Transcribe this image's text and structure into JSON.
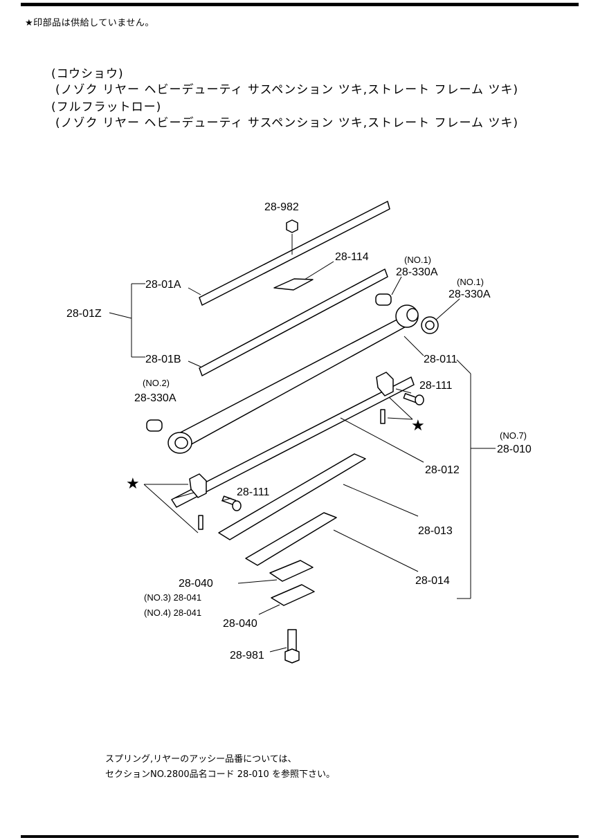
{
  "header_note": "★印部品は供給していません。",
  "titles": [
    "(コウショウ)",
    "(ノゾク リヤー ヘビーデューティ サスペンション ツキ,ストレート フレーム ツキ)",
    "(フルフラットロー)",
    "(ノゾク リヤー ヘビーデューティ サスペンション ツキ,ストレート フレーム ツキ)"
  ],
  "labels": {
    "p28_982": "28-982",
    "p28_114": "28-114",
    "no1_a": "(NO.1)",
    "p28_330A_a": "28-330A",
    "no1_b": "(NO.1)",
    "p28_330A_b": "28-330A",
    "p28_01A": "28-01A",
    "p28_01Z": "28-01Z",
    "p28_01B": "28-01B",
    "p28_011": "28-011",
    "no2": "(NO.2)",
    "p28_330A_c": "28-330A",
    "p28_111_a": "28-111",
    "no7": "(NO.7)",
    "p28_010": "28-010",
    "p28_012": "28-012",
    "p28_111_b": "28-111",
    "p28_013": "28-013",
    "p28_040_a": "28-040",
    "no3_041": "(NO.3) 28-041",
    "no4_041": "(NO.4) 28-041",
    "p28_014": "28-014",
    "p28_040_b": "28-040",
    "p28_981": "28-981",
    "star": "★"
  },
  "footer": [
    "スプリング,リヤーのアッシー品番については、",
    "セクションNO.2800品名コード 28-010  を参照下さい。"
  ]
}
